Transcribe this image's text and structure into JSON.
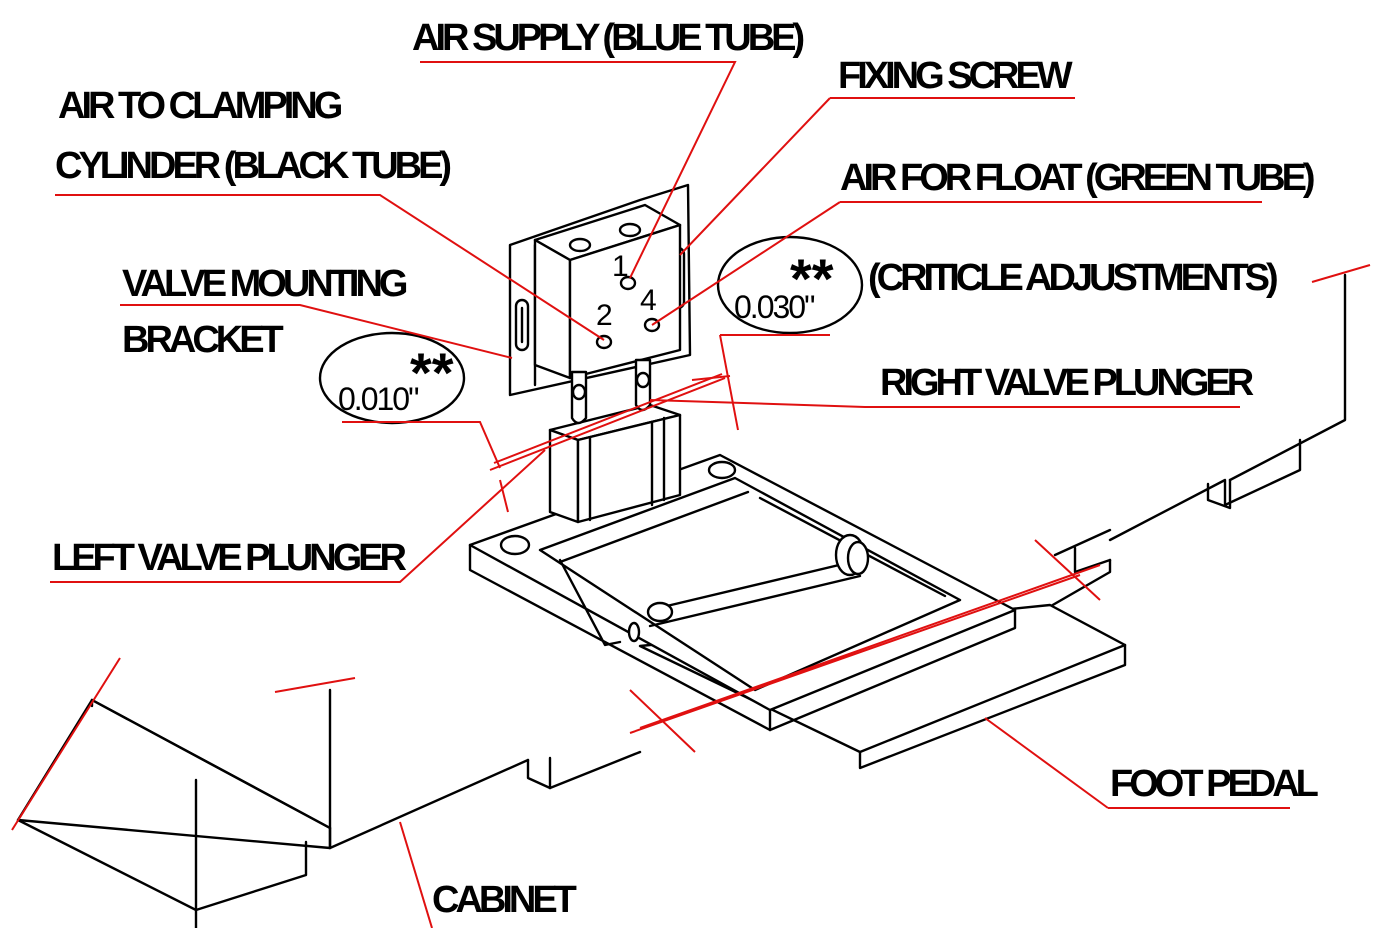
{
  "colors": {
    "leader": "#e01010",
    "ink": "#000000",
    "background": "#ffffff"
  },
  "labels": {
    "air_supply": "AIR SUPPLY (BLUE TUBE)",
    "fixing_screw": "FIXING SCREW",
    "air_to_clamping_1": "AIR TO CLAMPING",
    "air_to_clamping_2": "CYLINDER (BLACK TUBE)",
    "air_for_float": "AIR FOR FLOAT (GREEN TUBE)",
    "critical_adjustments": "(CRITICLE ADJUSTMENTS)",
    "valve_mounting_1": "VALVE MOUNTING",
    "valve_mounting_2": "BRACKET",
    "right_valve_plunger": "RIGHT VALVE PLUNGER",
    "left_valve_plunger": "LEFT VALVE PLUNGER",
    "foot_pedal": "FOOT PEDAL",
    "cabinet": "CABINET"
  },
  "measurements": {
    "left_gap": "0.010\"",
    "right_gap": "0.030\"",
    "critical_marker": "**"
  },
  "valve_ports": {
    "port_1": "1",
    "port_2": "2",
    "port_4": "4"
  }
}
